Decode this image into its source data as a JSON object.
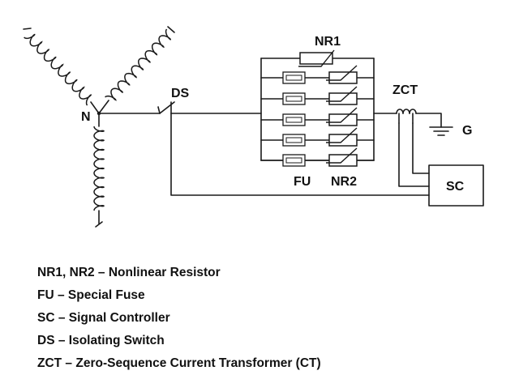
{
  "diagram": {
    "labels": {
      "neutral": "N",
      "ds": "DS",
      "nr1": "NR1",
      "zct": "ZCT",
      "ground": "G",
      "fu": "FU",
      "nr2": "NR2",
      "sc": "SC"
    }
  },
  "legend": {
    "items": [
      "NR1, NR2 – Nonlinear Resistor",
      "FU – Special Fuse",
      "SC – Signal Controller",
      "DS – Isolating Switch",
      "ZCT – Zero-Sequence Current Transformer (CT)"
    ]
  }
}
